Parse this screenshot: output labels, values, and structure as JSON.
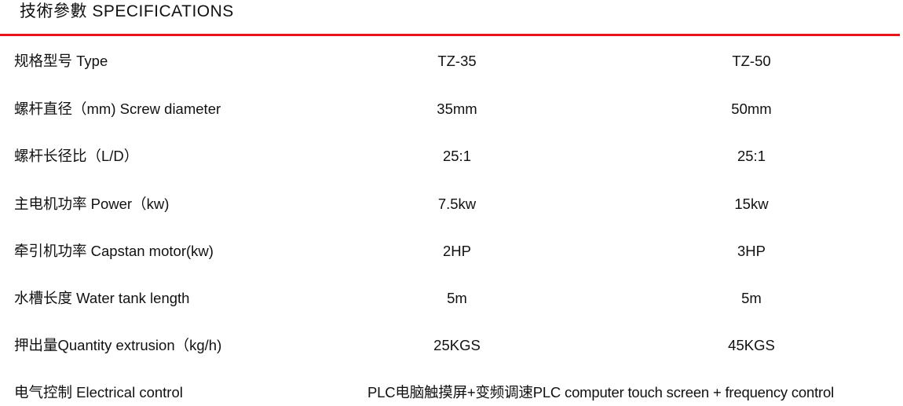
{
  "title": "技術參數 SPECIFICATIONS",
  "rows": [
    {
      "label": "规格型号 Type",
      "tz35": "TZ-35",
      "tz50": "TZ-50"
    },
    {
      "label": "螺杆直径（mm) Screw diameter",
      "tz35": "35mm",
      "tz50": "50mm"
    },
    {
      "label": "螺杆长径比（L/D）",
      "tz35": "25:1",
      "tz50": "25:1"
    },
    {
      "label": "主电机功率 Power（kw)",
      "tz35": "7.5kw",
      "tz50": "15kw"
    },
    {
      "label": "牵引机功率 Capstan motor(kw)",
      "tz35": "2HP",
      "tz50": "3HP"
    },
    {
      "label": "水槽长度 Water tank length",
      "tz35": "5m",
      "tz50": "5m"
    },
    {
      "label": "押出量Quantity extrusion（kg/h)",
      "tz35": "25KGS",
      "tz50": "45KGS"
    }
  ],
  "control": {
    "label": "电气控制 Electrical control",
    "value": "PLC电脑触摸屏+变频调速PLC computer touch screen + frequency control"
  },
  "colors": {
    "rule": "#e8141a"
  }
}
